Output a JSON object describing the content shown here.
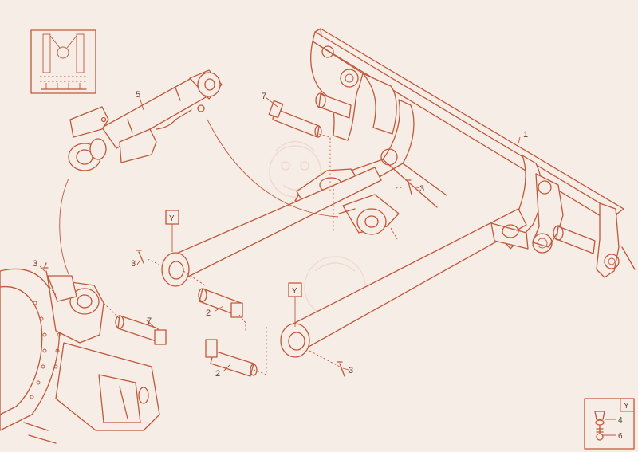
{
  "diagram": {
    "callouts": {
      "frame": "1",
      "pin_lower_left": "2",
      "pin_lower_right": "2",
      "bolt_left_cyl": "3",
      "bolt_arm_left": "3",
      "bolt_pivot": "3",
      "bolt_arm_right": "3",
      "cylinder": "5",
      "pin_top": "7",
      "pin_left": "7"
    },
    "markers": {
      "y_left": "Y",
      "y_right": "Y"
    },
    "detail_inset": {
      "marker": "Y",
      "callout_a": "4",
      "callout_b": "6"
    },
    "colors": {
      "line": "#c0583a",
      "background": "#f6ede7"
    }
  }
}
